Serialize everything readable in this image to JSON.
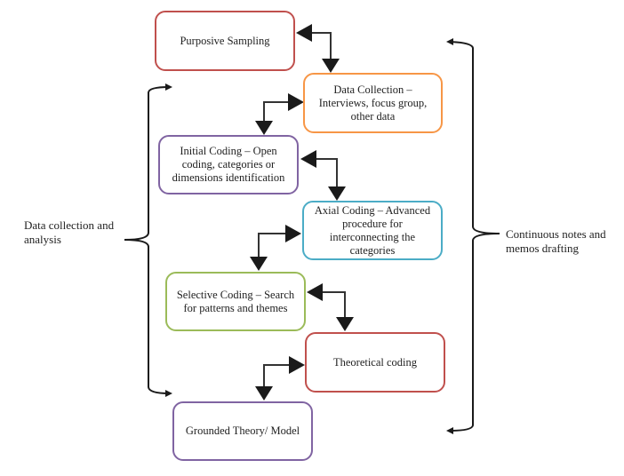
{
  "diagram": {
    "nodes": [
      {
        "id": "purposive-sampling",
        "label": "Purposive Sampling",
        "color": "#c0504d"
      },
      {
        "id": "data-collection",
        "label": "Data Collection – Interviews, focus group, other data",
        "color": "#f79646"
      },
      {
        "id": "initial-coding",
        "label": "Initial Coding – Open coding, categories or dimensions identification",
        "color": "#8064a2"
      },
      {
        "id": "axial-coding",
        "label": "Axial Coding –  Advanced procedure for interconnecting the categories",
        "color": "#4bacc6"
      },
      {
        "id": "selective-coding",
        "label": "Selective Coding – Search for patterns and themes",
        "color": "#9bbb59"
      },
      {
        "id": "theoretical-coding",
        "label": "Theoretical coding",
        "color": "#c0504d"
      },
      {
        "id": "grounded-theory",
        "label": "Grounded Theory/ Model",
        "color": "#8064a2"
      }
    ],
    "edges": [
      {
        "from": "purposive-sampling",
        "to": "data-collection",
        "bidirectional": true
      },
      {
        "from": "data-collection",
        "to": "initial-coding",
        "bidirectional": true
      },
      {
        "from": "initial-coding",
        "to": "axial-coding",
        "bidirectional": true
      },
      {
        "from": "axial-coding",
        "to": "selective-coding",
        "bidirectional": true
      },
      {
        "from": "selective-coding",
        "to": "theoretical-coding",
        "bidirectional": true
      },
      {
        "from": "theoretical-coding",
        "to": "grounded-theory",
        "bidirectional": true
      }
    ],
    "left_brace_label": "Data collection and analysis",
    "right_brace_label": "Continuous notes and memos drafting",
    "line_color": "#1a1a1a"
  }
}
